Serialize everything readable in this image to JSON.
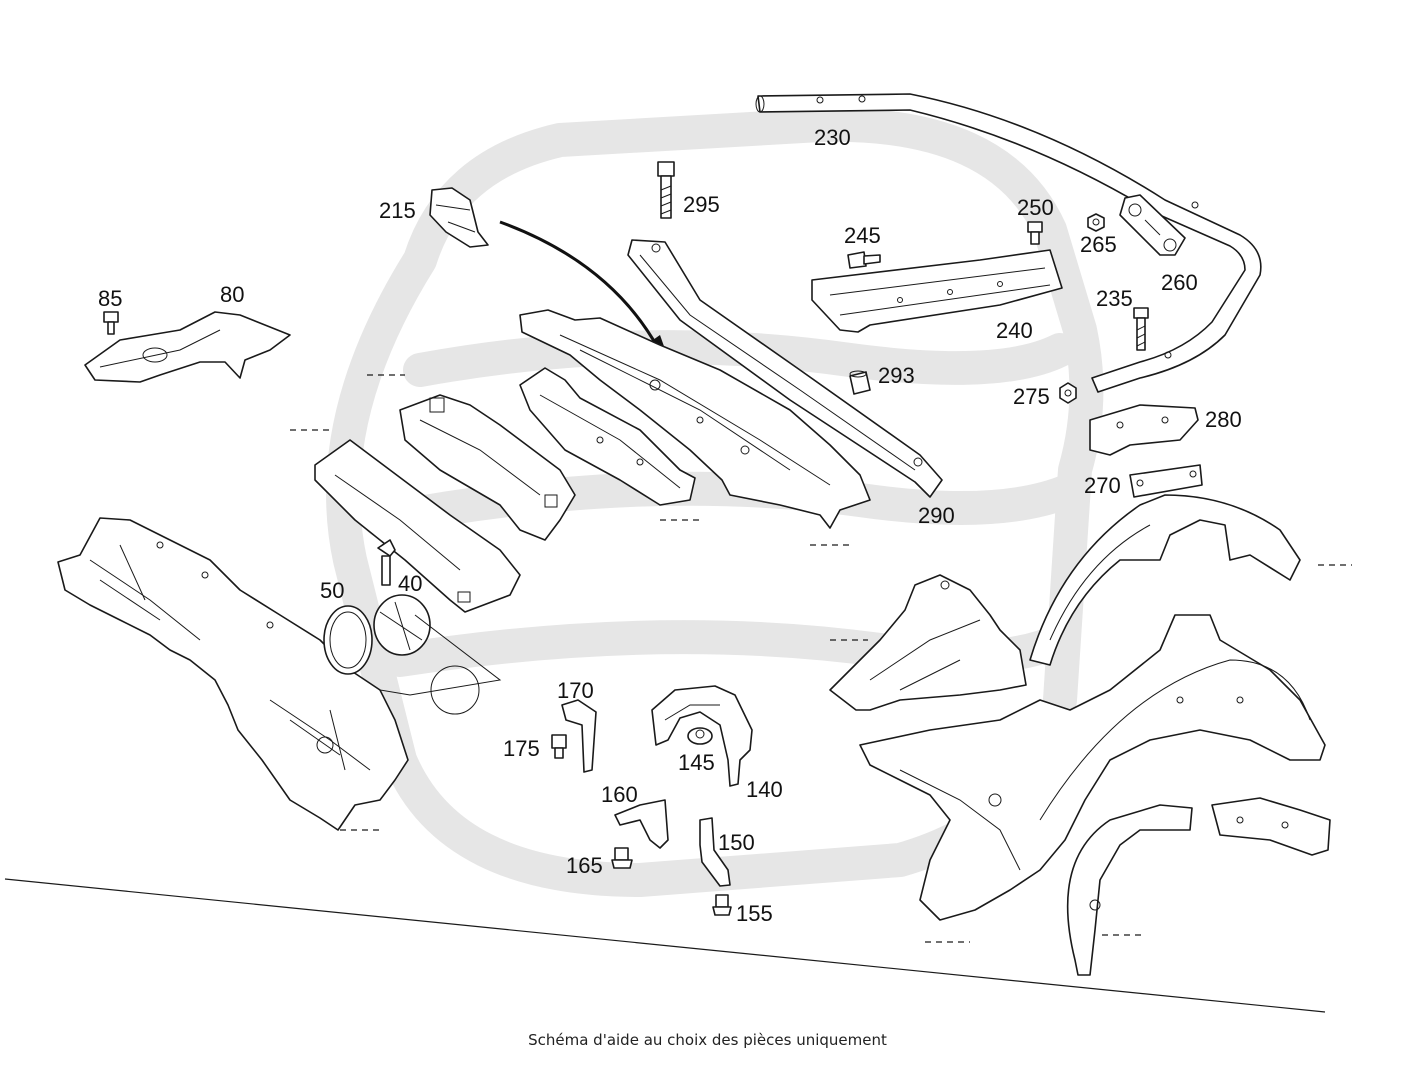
{
  "caption": "Schéma d'aide au choix des pièces uniquement",
  "callouts": [
    "230",
    "215",
    "295",
    "245",
    "250",
    "265",
    "260",
    "85",
    "80",
    "235",
    "240",
    "293",
    "275",
    "280",
    "270",
    "290",
    "50",
    "40",
    "170",
    "175",
    "145",
    "140",
    "160",
    "150",
    "165",
    "155"
  ]
}
